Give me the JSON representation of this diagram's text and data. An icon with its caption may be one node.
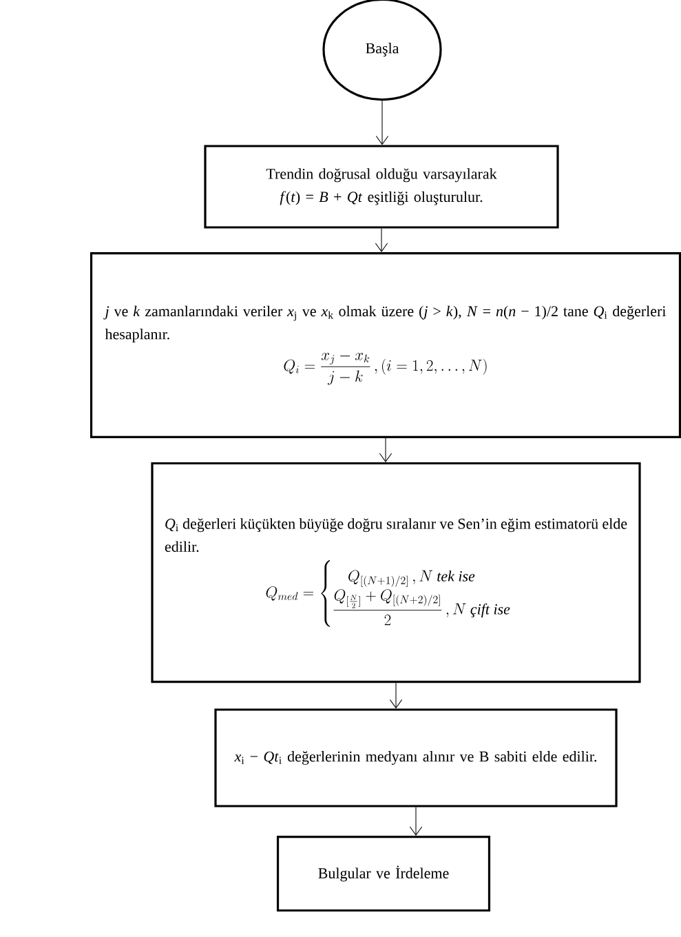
{
  "diagram": {
    "nodes": [
      {
        "text": [
          "Başla"
        ]
      },
      {
        "text": [
          "Trendin doğrusal olduğu varsayılarak *f*(*t*) = *B* + *Qt* eşitliği oluşturulur."
        ]
      },
      {
        "text": [
          "*j* ve *k* zamanlarındaki veriler *x*$_{j}$ ve *x*$_{k}$ olmak üzere (*j* > *k*), *N* = *n*(*n* − 1)/2 tane *Q*$_{i}$ değerleri hesaplanır.",
          "Q_i = \\frac{x_j - x_k}{j - k}\\,, (i = 1,2,\\ldots,N)"
        ]
      },
      {
        "text": [
          "*Q*$_{i}$ değerleri küçükten büyüğe doğru sıralanır ve Sen’in eğim estimatorü elde edilir.",
          "Q_{med} = \\begin{cases} \\quad Q_{[(N+1)/2]}\\,, N\\ \\textit{tek ise} \\\\ \\dfrac{Q_{[\\frac{N}{2}]} + Q_{[(N+2)/2]}}{2}\\,, N\\ \\textit{çift ise} \\end{cases}"
        ]
      },
      {
        "text": [
          "*x*$_{i}$ − *Qt*$_{i}$ değerlerinin medyanı alınır ve B sabiti elde edilir."
        ]
      },
      {
        "text": [
          "Bulgular ve İrdeleme"
        ]
      }
    ],
    "edges": [
      {
        "from": 0,
        "to": 1,
        "arrow": "to"
      },
      {
        "from": 1,
        "to": 2,
        "arrow": "to"
      },
      {
        "from": 2,
        "to": 3,
        "arrow": "to"
      },
      {
        "from": 3,
        "to": 4,
        "arrow": "to"
      },
      {
        "from": 4,
        "to": 5,
        "arrow": "to"
      }
    ]
  }
}
